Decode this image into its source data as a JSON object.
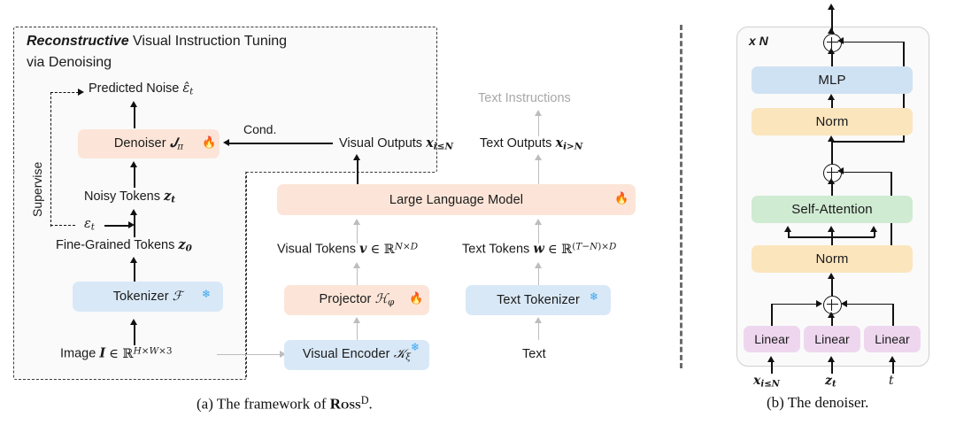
{
  "figure": {
    "left_caption": "(a) The framework of ROSSD.",
    "left_caption_parts": {
      "pre": "(a) The framework of ",
      "brand": "Ross",
      "sup": "D",
      "post": "."
    },
    "right_caption": "(b) The denoiser."
  },
  "left_panel": {
    "title_line1_em": "Reconstructive",
    "title_line1_rest": " Visual Instruction Tuning",
    "title_line2": "via Denoising",
    "supervise_label": "Supervise",
    "cond_label": "Cond.",
    "nodes": {
      "predicted_noise": "Predicted Noise",
      "predicted_noise_sym": "ε̂t",
      "denoiser": "Denoiser",
      "denoiser_sym": "Jπ",
      "noisy_tokens": "Noisy Tokens",
      "noisy_tokens_sym": "zt",
      "epsilon_t": "εt",
      "fine_grained_tokens": "Fine-Grained Tokens",
      "fine_grained_tokens_sym": "z0",
      "tokenizer": "Tokenizer",
      "tokenizer_sym": "F",
      "image": "Image",
      "image_sym": "I ∈ R^{H×W×3}",
      "visual_outputs": "Visual Outputs",
      "visual_outputs_sym": "xi≤N",
      "text_instructions": "Text Instructions",
      "text_outputs": "Text Outputs",
      "text_outputs_sym": "xi>N",
      "llm": "Large Language Model",
      "visual_tokens": "Visual Tokens",
      "visual_tokens_sym": "v ∈ R^{N×D}",
      "text_tokens": "Text Tokens",
      "text_tokens_sym": "w ∈ R^{(T−N)×D}",
      "projector": "Projector",
      "projector_sym": "Hφ",
      "text_tokenizer": "Text Tokenizer",
      "visual_encoder": "Visual Encoder",
      "visual_encoder_sym": "Gξ",
      "text": "Text"
    }
  },
  "right_panel": {
    "repeat_label": "x N",
    "blocks": [
      "MLP",
      "Norm",
      "Self-Attention",
      "Norm"
    ],
    "linear_blocks": [
      "Linear",
      "Linear",
      "Linear"
    ],
    "inputs": [
      "xi≤N",
      "zt",
      "t"
    ]
  },
  "icons": {
    "fire": "🔥",
    "snowflake": "❄"
  },
  "colors": {
    "peach": "#fce5d8",
    "blue": "#d9e8f7",
    "mlp_blue": "#cfe2f3",
    "norm_yellow": "#fbe5bd",
    "attn_green": "#cfebd2",
    "linear_purple": "#eed7ee",
    "panel_fill": "#fafafa",
    "gray_text": "#a8a8a8",
    "divider": "#6b6b6b"
  }
}
